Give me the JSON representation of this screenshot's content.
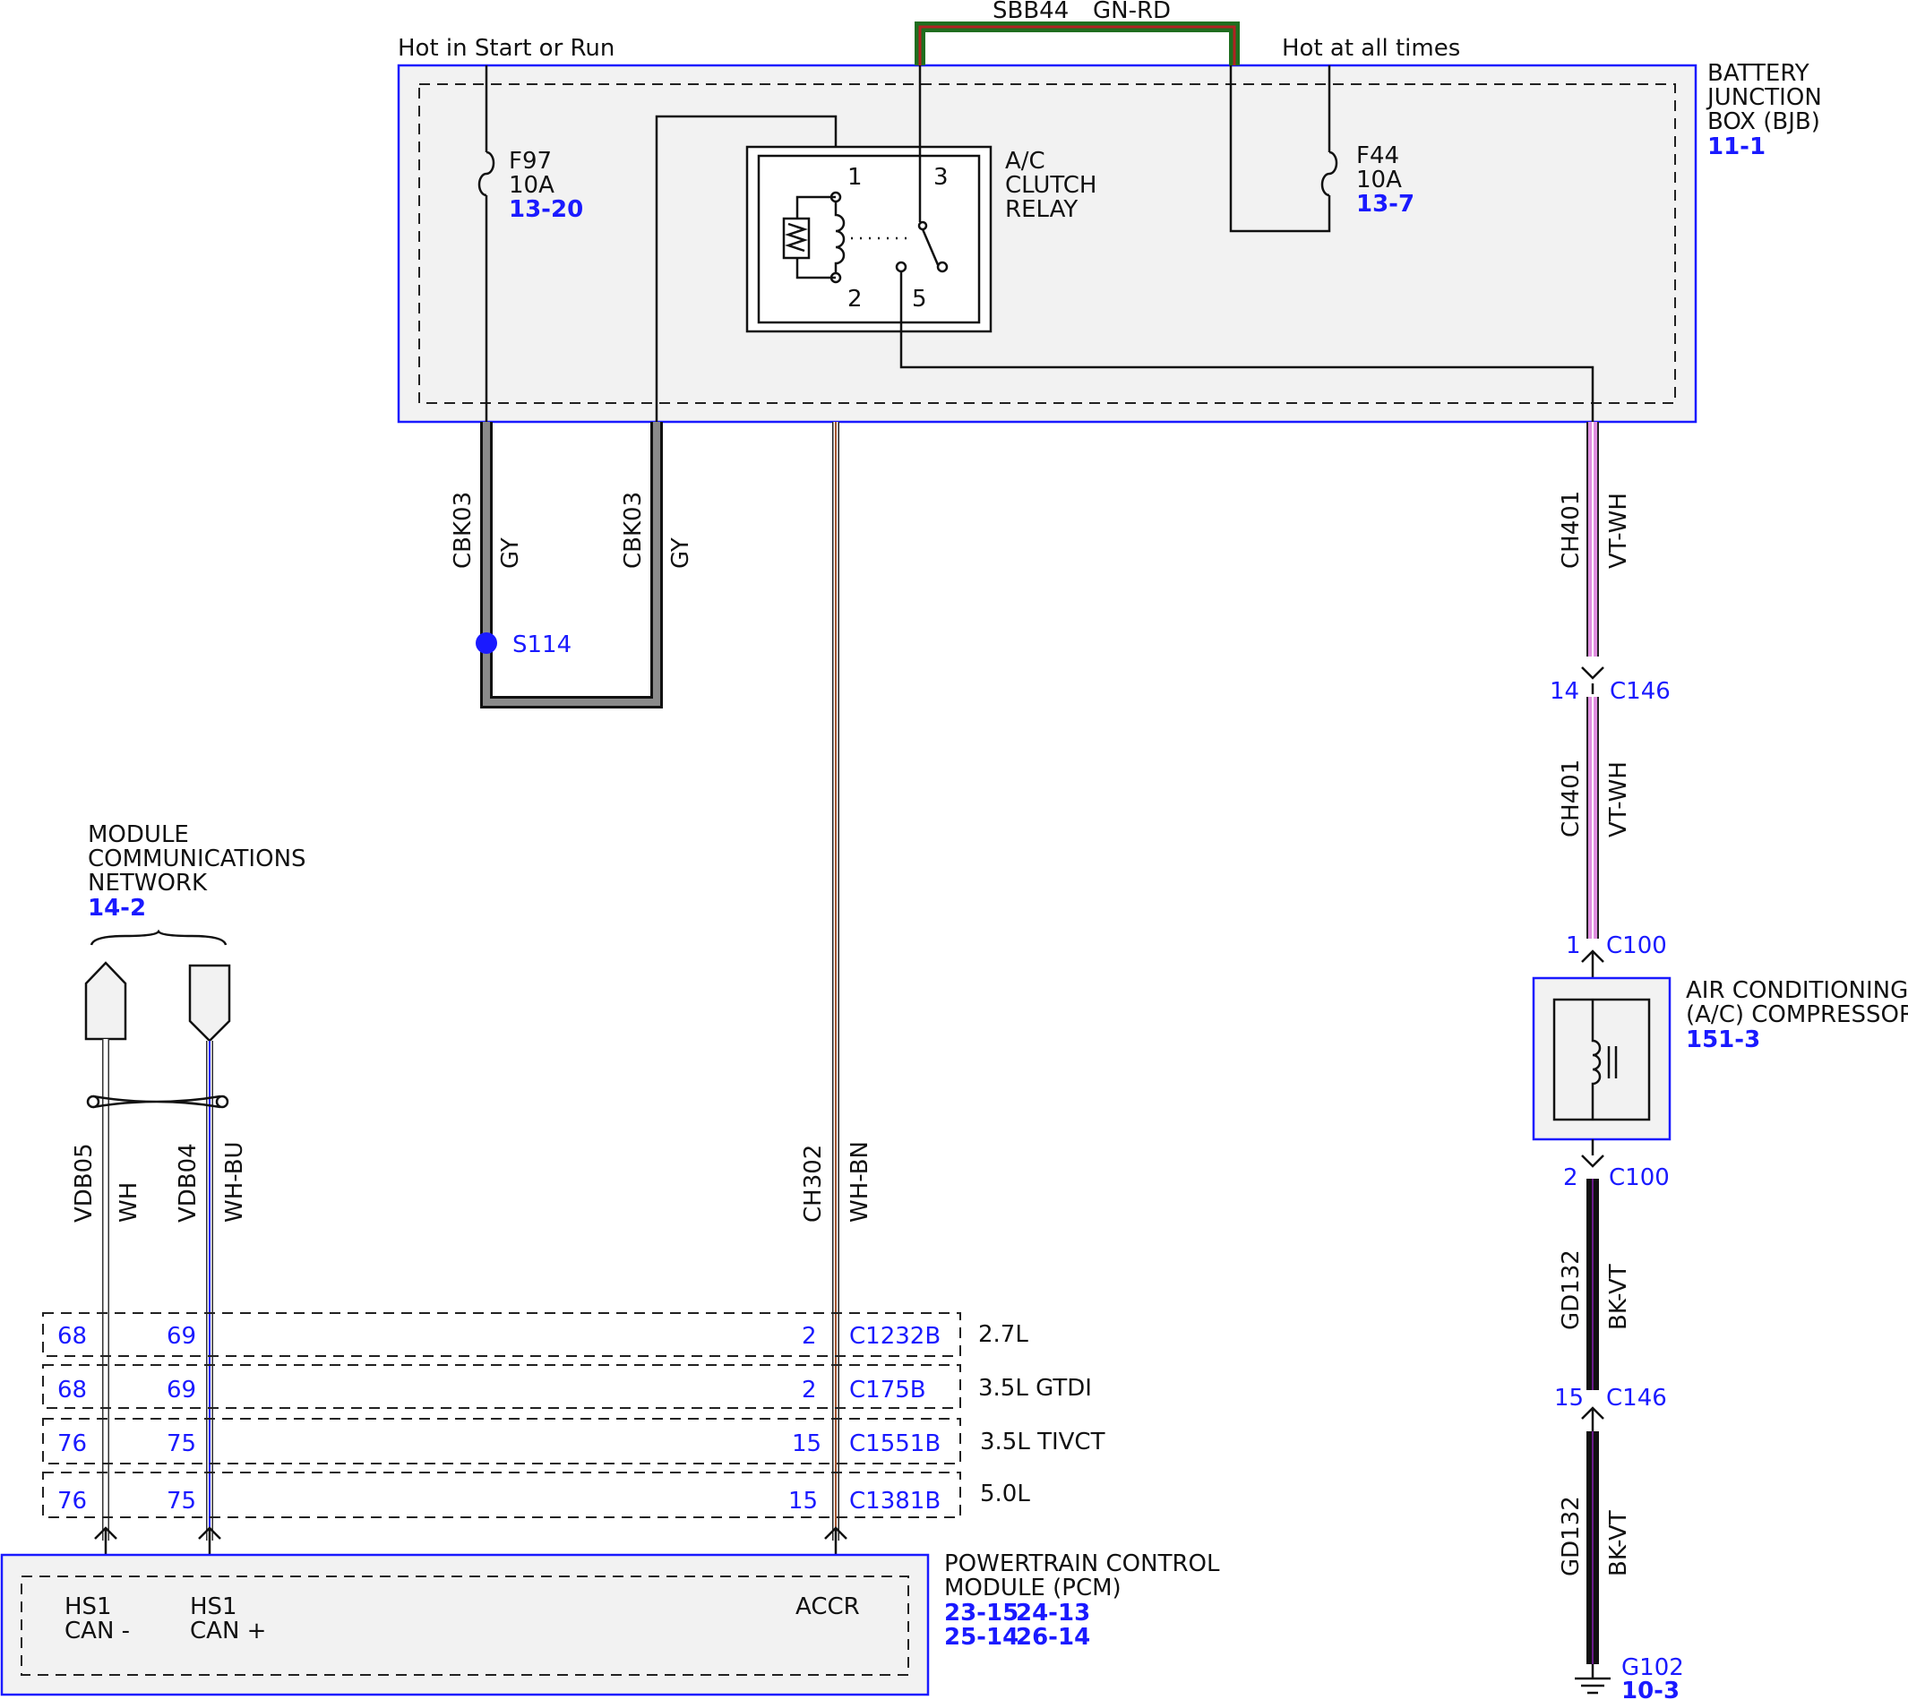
{
  "header": {
    "hot_start_run": "Hot in Start or Run",
    "hot_all_times": "Hot at all times",
    "sbb_circuit": "SBB44",
    "sbb_color": "GN-RD"
  },
  "bjb": {
    "line1": "BATTERY",
    "line2": "JUNCTION",
    "line3": "BOX (BJB)",
    "ref": "11-1"
  },
  "fuses": [
    {
      "name": "F97",
      "rating": "10A",
      "ref": "13-20"
    },
    {
      "name": "F44",
      "rating": "10A",
      "ref": "13-7"
    }
  ],
  "relay": {
    "line1": "A/C",
    "line2": "CLUTCH",
    "line3": "RELAY",
    "pins": [
      "1",
      "3",
      "2",
      "5"
    ]
  },
  "wires": {
    "cbk03_left": {
      "circuit": "CBK03",
      "color": "GY"
    },
    "cbk03_right": {
      "circuit": "CBK03",
      "color": "GY"
    },
    "ch302": {
      "circuit": "CH302",
      "color": "WH-BN"
    },
    "ch401_upper": {
      "circuit": "CH401",
      "color": "VT-WH"
    },
    "ch401_lower": {
      "circuit": "CH401",
      "color": "VT-WH"
    },
    "gd132_upper": {
      "circuit": "GD132",
      "color": "BK-VT"
    },
    "gd132_lower": {
      "circuit": "GD132",
      "color": "BK-VT"
    },
    "vdb05": {
      "circuit": "VDB05",
      "color": "WH"
    },
    "vdb04": {
      "circuit": "VDB04",
      "color": "WH-BU"
    }
  },
  "splice": {
    "name": "S114"
  },
  "connectors": {
    "c146_top": {
      "pin": "14",
      "name": "C146"
    },
    "c100_top": {
      "pin": "1",
      "name": "C100"
    },
    "c100_bottom": {
      "pin": "2",
      "name": "C100"
    },
    "c146_bottom": {
      "pin": "15",
      "name": "C146"
    }
  },
  "ground": {
    "name": "G102",
    "ref": "10-3"
  },
  "compressor": {
    "line1": "AIR CONDITIONING",
    "line2": "(A/C) COMPRESSOR",
    "ref": "151-3"
  },
  "network": {
    "line1": "MODULE",
    "line2": "COMMUNICATIONS",
    "line3": "NETWORK",
    "ref": "14-2"
  },
  "engine_rows": [
    {
      "left_pin": "68",
      "mid_pin": "69",
      "right_pin": "2",
      "connector": "C1232B",
      "engine": "2.7L"
    },
    {
      "left_pin": "68",
      "mid_pin": "69",
      "right_pin": "2",
      "connector": "C175B",
      "engine": "3.5L GTDI"
    },
    {
      "left_pin": "76",
      "mid_pin": "75",
      "right_pin": "15",
      "connector": "C1551B",
      "engine": "3.5L TIVCT"
    },
    {
      "left_pin": "76",
      "mid_pin": "75",
      "right_pin": "15",
      "connector": "C1381B",
      "engine": "5.0L"
    }
  ],
  "pcm": {
    "line1": "POWERTRAIN CONTROL",
    "line2": "MODULE (PCM)",
    "refs": [
      "23-15",
      "24-13",
      "25-14",
      "26-14"
    ],
    "pins": {
      "can_minus_1": "HS1",
      "can_minus_2": "CAN -",
      "can_plus_1": "HS1",
      "can_plus_2": "CAN +",
      "accr": "ACCR"
    }
  }
}
